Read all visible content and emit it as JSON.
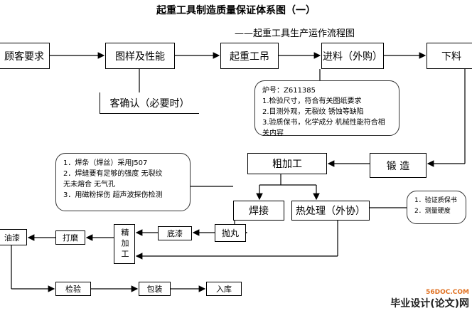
{
  "title": "起重工具制造质量保证体系图（一）",
  "subtitle": "——起重工具生产运作流程图",
  "nodes": {
    "customer": "顾客要求",
    "drawing": "图样及性能",
    "crane": "起重工吊",
    "incoming": "进料（外购）",
    "cutting": "下料",
    "confirm": "客确认（必要时）",
    "forging": "锻 造",
    "rough": "粗加工",
    "welding": "焊接",
    "heat": "热处理（外协）",
    "shot": "抛丸",
    "primer": "底漆",
    "finish": "精加工",
    "grind": "打磨",
    "paint": "油漆",
    "inspect": "检验",
    "pack": "包装",
    "store": "入库"
  },
  "notes": {
    "incoming": [
      "炉号：Z611385",
      "1.检验尺寸，符合有关图纸要求",
      "2.目测外观，无裂纹 锈蚀等缺陷",
      "3.验质保书，化学成分 机械性能符合相关内容"
    ],
    "welding": [
      "1．焊条（焊丝）采用J507",
      "2．焊缝要有足够的强度  无裂纹",
      "无未熔合  无气孔",
      "3．用磁粉探伤  超声波探伤检测"
    ],
    "heat": [
      "1．验证质保书",
      "2．测量硬度"
    ]
  },
  "logo": {
    "site": "56DOC.COM",
    "name": "毕业设计(论文)网"
  }
}
